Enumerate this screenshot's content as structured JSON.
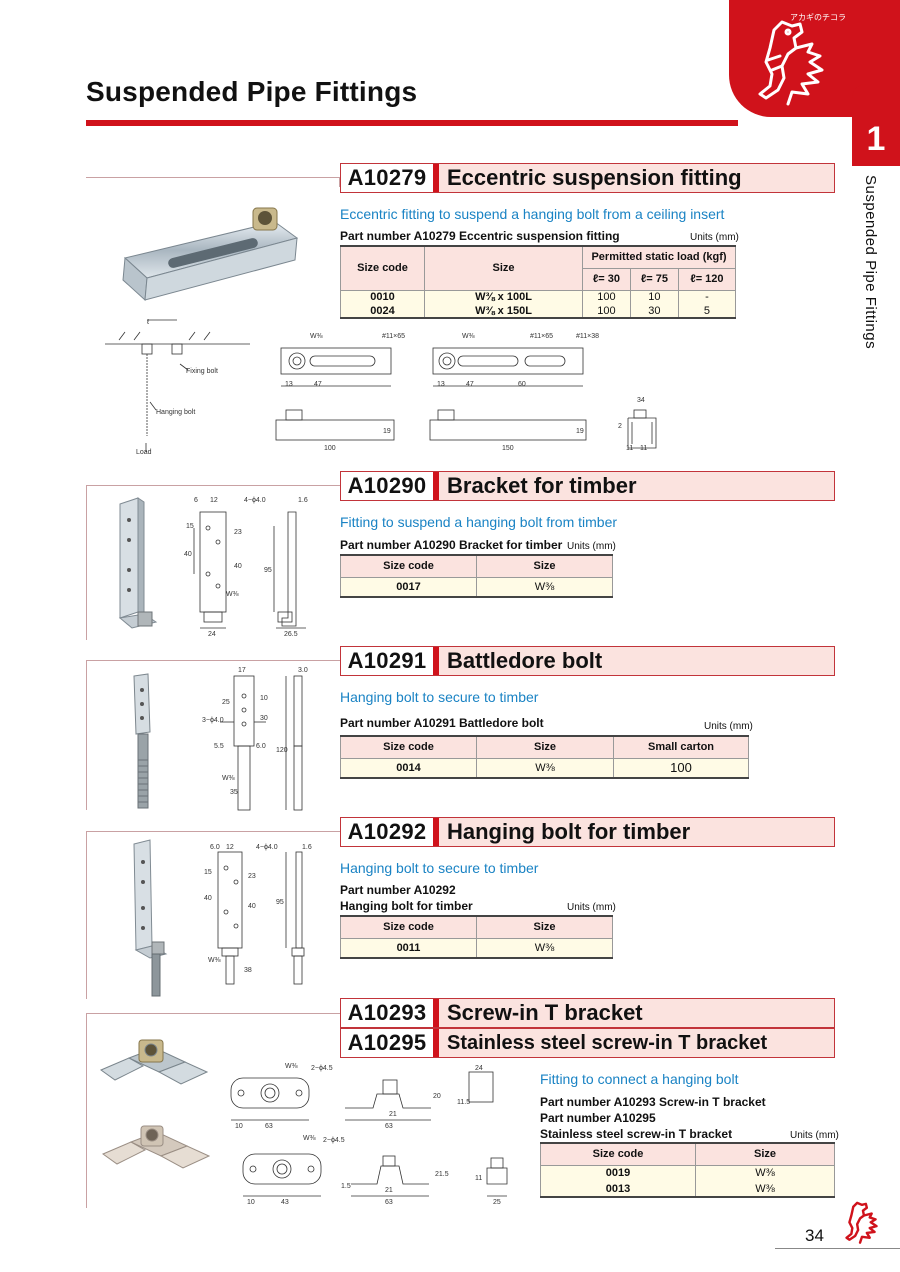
{
  "page": {
    "title": "Suspended Pipe Fittings",
    "chapter_number": "1",
    "chapter_title": "Suspended Pipe Fittings",
    "mascot_label": "アカギのチコラ",
    "page_number": "34",
    "accent_color": "#d0121b",
    "header_fill": "#fbe3df",
    "description_color": "#1a83c4"
  },
  "s1": {
    "code": "A10279",
    "name": "Eccentric suspension fitting",
    "description": "Eccentric fitting to suspend a hanging bolt from a ceiling insert",
    "part_prefix": "Part number",
    "part": "A10279 Eccentric suspension fitting",
    "units": "Units (mm)",
    "table": {
      "h_size_code": "Size code",
      "h_size": "Size",
      "h_load": "Permitted static load (kgf)",
      "h_l30": "ℓ= 30",
      "h_l75": "ℓ= 75",
      "h_l120": "ℓ= 120",
      "rows": [
        {
          "code": "0010",
          "size": "W⅜ x 100L",
          "l30": "100",
          "l75": "10",
          "l120": "-"
        },
        {
          "code": "0024",
          "size": "W⅜ x 150L",
          "l30": "100",
          "l75": "30",
          "l120": "5"
        }
      ]
    },
    "fig": {
      "l": "ℓ",
      "fixing": "Fixing bolt",
      "hanging": "Hanging bolt",
      "load": "Load",
      "w38": "W⅜",
      "hole1": "#11×65",
      "hole2": "#11×38",
      "d13": "13",
      "d47": "47",
      "d60": "60",
      "d100": "100",
      "d150": "150",
      "d19": "19",
      "d34": "34",
      "d11": "11",
      "d2": "2"
    }
  },
  "s2": {
    "code": "A10290",
    "name": "Bracket for timber",
    "description": "Fitting to suspend a hanging bolt from timber",
    "part_prefix": "Part number",
    "part": "A10290 Bracket for timber",
    "units": "Units (mm)",
    "table": {
      "h_size_code": "Size code",
      "h_size": "Size",
      "rows": [
        {
          "code": "0017",
          "size": "W⅜"
        }
      ]
    },
    "fig": {
      "d6": "6",
      "d12": "12",
      "holes": "4−ϕ4.0",
      "d16": "1.6",
      "d15": "15",
      "d23": "23",
      "d40a": "40",
      "d40b": "40",
      "d95": "95",
      "w38": "W⅜",
      "d24": "24",
      "d265": "26.5"
    }
  },
  "s3": {
    "code": "A10291",
    "name": "Battledore bolt",
    "description": "Hanging bolt to secure to timber",
    "part_prefix": "Part number",
    "part": "A10291 Battledore bolt",
    "units": "Units (mm)",
    "table": {
      "h_size_code": "Size code",
      "h_size": "Size",
      "h_carton": "Small carton",
      "rows": [
        {
          "code": "0014",
          "size": "W⅜",
          "carton": "100"
        }
      ]
    },
    "fig": {
      "d17": "17",
      "d30": "3.0",
      "d25": "25",
      "d10": "10",
      "holes": "3−ϕ4.0",
      "d30b": "30",
      "d55": "5.5",
      "d60": "6.0",
      "d120": "120",
      "w38": "W⅜",
      "d35": "35"
    }
  },
  "s4": {
    "code": "A10292",
    "name": "Hanging bolt for timber",
    "description": "Hanging bolt to secure to timber",
    "part_prefix": "Part number",
    "part": "A10292",
    "part2": "Hanging bolt for timber",
    "units": "Units (mm)",
    "table": {
      "h_size_code": "Size code",
      "h_size": "Size",
      "rows": [
        {
          "code": "0011",
          "size": "W⅜"
        }
      ]
    },
    "fig": {
      "d60": "6.0",
      "d12": "12",
      "holes": "4−ϕ4.0",
      "d16": "1.6",
      "d15": "15",
      "d23": "23",
      "d40a": "40",
      "d40b": "40",
      "d95": "95",
      "w38": "W⅜",
      "d38": "38"
    }
  },
  "s5": {
    "code": "A10293",
    "name": "Screw-in T bracket",
    "code2": "A10295",
    "name2": "Stainless steel screw-in T bracket",
    "description": "Fitting to connect a hanging bolt",
    "part_prefix": "Part number",
    "part": "A10293 Screw-in T bracket",
    "part_b": "A10295",
    "part_b2": "Stainless steel screw-in T bracket",
    "units": "Units (mm)",
    "table": {
      "h_size_code": "Size code",
      "h_size": "Size",
      "rows": [
        {
          "code": "0019",
          "size": "W⅜"
        },
        {
          "code": "0013",
          "size": "W⅜"
        }
      ]
    },
    "fig": {
      "w38": "W⅜",
      "holes": "2−ϕ4.5",
      "d10": "10",
      "d63": "63",
      "d43": "43",
      "d21": "21",
      "d20": "20",
      "d11": "11.5",
      "d15": "1.5",
      "d215": "21.5",
      "d24": "24",
      "d25": "25",
      "d11b": "11"
    }
  }
}
